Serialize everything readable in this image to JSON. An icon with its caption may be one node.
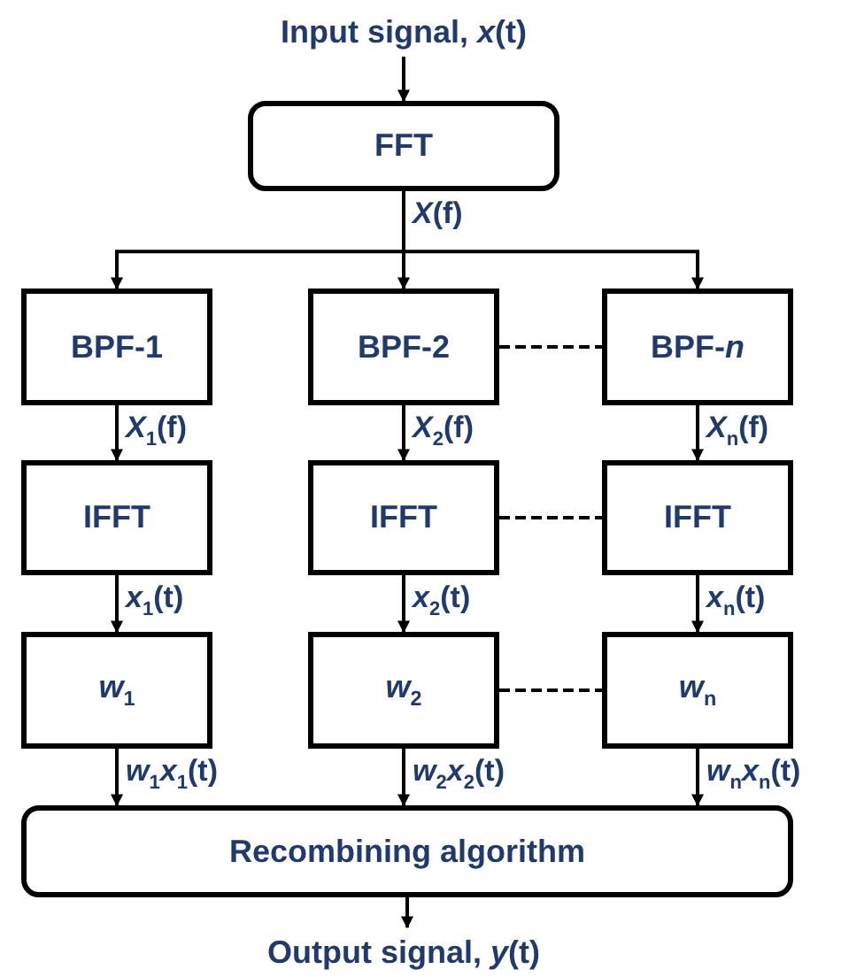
{
  "diagram": {
    "nodes": [
      {
        "text": [
          "Input signal, *x*(t)"
        ]
      },
      {
        "text": [
          "FFT"
        ]
      },
      {
        "text": [
          "BPF-1"
        ]
      },
      {
        "text": [
          "BPF-2"
        ]
      },
      {
        "text": [
          "BPF-*n*"
        ]
      },
      {
        "text": [
          "IFFT"
        ]
      },
      {
        "text": [
          "IFFT"
        ]
      },
      {
        "text": [
          "IFFT"
        ]
      },
      {
        "text": [
          "*w*$_{1}$"
        ]
      },
      {
        "text": [
          "*w*$_{2}$"
        ]
      },
      {
        "text": [
          "*w*$_{n}$"
        ]
      },
      {
        "text": [
          "Recombining algorithm"
        ]
      },
      {
        "text": [
          "Output signal, *y*(t)"
        ]
      }
    ],
    "edges": [
      {
        "from": 0,
        "to": 1,
        "arrow": "to"
      },
      {
        "from": 1,
        "to": 2,
        "arrow": "to"
      },
      {
        "from": 1,
        "to": 3,
        "arrow": "to",
        "label": "*X*(f)"
      },
      {
        "from": 1,
        "to": 4,
        "arrow": "to"
      },
      {
        "from": 3,
        "to": 4,
        "arrow": "none",
        "style": "dashed"
      },
      {
        "from": 2,
        "to": 5,
        "arrow": "to",
        "label": "*X*$_{1}$(f)"
      },
      {
        "from": 3,
        "to": 6,
        "arrow": "to",
        "label": "*X*$_{2}$(f)"
      },
      {
        "from": 4,
        "to": 7,
        "arrow": "to",
        "label": "*X*$_{n}$(f)"
      },
      {
        "from": 6,
        "to": 7,
        "arrow": "none",
        "style": "dashed"
      },
      {
        "from": 5,
        "to": 8,
        "arrow": "to",
        "label": "*x*$_{1}$(t)"
      },
      {
        "from": 6,
        "to": 9,
        "arrow": "to",
        "label": "*x*$_{2}$(t)"
      },
      {
        "from": 7,
        "to": 10,
        "arrow": "to",
        "label": "*x*$_{n}$(t)"
      },
      {
        "from": 9,
        "to": 10,
        "arrow": "none",
        "style": "dashed"
      },
      {
        "from": 8,
        "to": 11,
        "arrow": "to",
        "label": "*w*$_{1}$*x*$_{1}$(t)"
      },
      {
        "from": 9,
        "to": 11,
        "arrow": "to",
        "label": "*w*$_{2}$*x*$_{2}$(t)"
      },
      {
        "from": 10,
        "to": 11,
        "arrow": "to",
        "label": "*w*$_{n}$*x*$_{n}$(t)"
      },
      {
        "from": 11,
        "to": 12,
        "arrow": "to"
      }
    ]
  }
}
